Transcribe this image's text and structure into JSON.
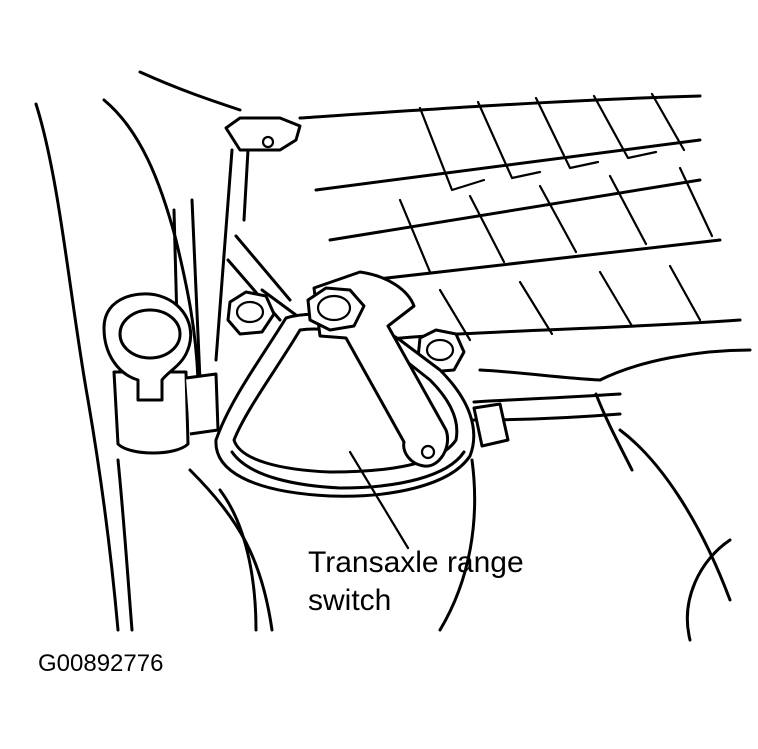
{
  "callout": {
    "line1": "Transaxle range",
    "line2": "switch"
  },
  "figure_id": "G00892776"
}
